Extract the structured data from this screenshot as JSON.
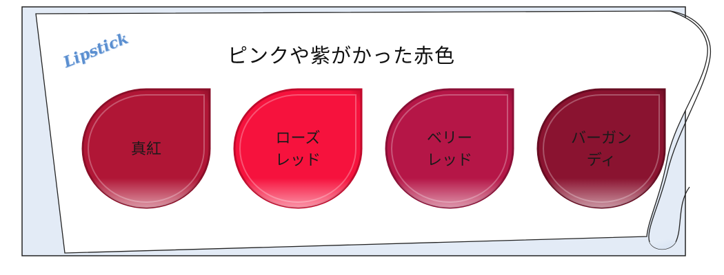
{
  "title": "ピンクや紫がかった赤色",
  "badge": "Lipstick",
  "swatches": [
    {
      "line1": "真紅",
      "line2": "",
      "color": "#b01636",
      "edge": "#8a0e28"
    },
    {
      "line1": "ローズ",
      "line2": "レッド",
      "color": "#f6123d",
      "edge": "#c10a2c"
    },
    {
      "line1": "ベリー",
      "line2": "レッド",
      "color": "#b51647",
      "edge": "#8b0f36"
    },
    {
      "line1": "バーガン",
      "line2": "ディ",
      "color": "#8a1330",
      "edge": "#670c22"
    }
  ]
}
